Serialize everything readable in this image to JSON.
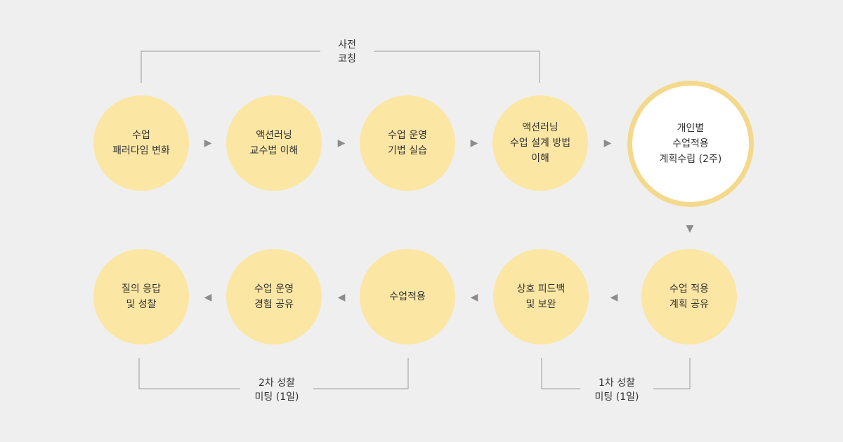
{
  "nodes": [
    {
      "id": "paradigm-change",
      "lines": [
        "수업",
        "패러다임 변화"
      ]
    },
    {
      "id": "active-learning-method",
      "lines": [
        "액션러닝",
        "교수법 이해"
      ]
    },
    {
      "id": "operation-practice",
      "lines": [
        "수업 운영",
        "기법 실습"
      ]
    },
    {
      "id": "design-method",
      "lines": [
        "액션러닝",
        "수업 설계 방법",
        "이해"
      ]
    },
    {
      "id": "individual-plan",
      "lines": [
        "개인별",
        "수업적용",
        "계획수립 (2주)"
      ]
    },
    {
      "id": "plan-share",
      "lines": [
        "수업 적용",
        "계획 공유"
      ]
    },
    {
      "id": "peer-feedback",
      "lines": [
        "상호 피드백",
        "및 보완"
      ]
    },
    {
      "id": "class-apply",
      "lines": [
        "수업적용"
      ]
    },
    {
      "id": "experience-share",
      "lines": [
        "수업 운영",
        "경험 공유"
      ]
    },
    {
      "id": "qa-reflection",
      "lines": [
        "질의 응답",
        "및 성찰"
      ]
    }
  ],
  "brackets": {
    "pre_coaching": [
      "사전",
      "코칭"
    ],
    "first_reflection": [
      "1차 성찰",
      "미팅 (1일)"
    ],
    "second_reflection": [
      "2차 성찰",
      "미팅 (1일)"
    ]
  },
  "colors": {
    "node_fill": "#fbe6a4",
    "highlight_border": "#f4d98c",
    "arrow": "#8c8c8c",
    "line": "#9a9a9a",
    "background": "#efefef"
  },
  "icons": {
    "arrow_right": "▶",
    "arrow_left": "◀",
    "arrow_down": "▼"
  }
}
